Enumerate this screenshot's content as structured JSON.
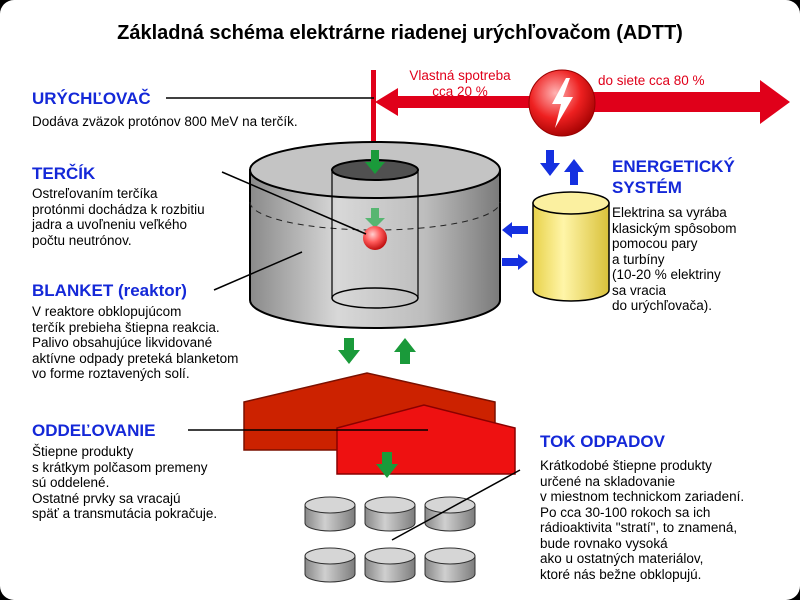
{
  "title": "Základná schéma elektrárne riadenej urýchľovačom (ADTT)",
  "sections": {
    "accelerator": {
      "heading": "URÝCHĽOVAČ",
      "text": "Dodáva zväzok protónov 800 MeV na terčík."
    },
    "target": {
      "heading": "TERČÍK",
      "text": "Ostreľovaním terčíka\nprotónmi dochádza k rozbitiu\njadra a uvoľneniu veľkého\npočtu neutrónov."
    },
    "blanket": {
      "heading": "BLANKET (reaktor)",
      "text": "V reaktore obklopujúcom\nterčík prebieha štiepna reakcia.\nPalivo obsahujúce likvidované\naktívne odpady preteká blanketom\nvo forme roztavených solí."
    },
    "energy": {
      "heading": "ENERGETICKÝ\nSYSTÉM",
      "text": "Elektrina sa vyrába\nklasickým spôsobom\npomocou pary\na turbíny\n(10-20 % elektriny\nsa vracia\ndo urýchľovača)."
    },
    "separation": {
      "heading": "ODDEĽOVANIE",
      "text": "Štiepne produkty\ns krátkym polčasom premeny\nsú oddelené.\nOstatné prvky sa vracajú\nspäť a transmutácia pokračuje."
    },
    "waste": {
      "heading": "TOK ODPADOV",
      "text": "Krátkodobé štiepne produkty\nurčené na skladovanie\nv miestnom technickom zariadení.\nPo cca 30-100 rokoch sa ich\nrádioaktivita \"stratí\", to znamená,\nbude rovnako vysoká\nako u ostatných materiálov,\nktoré nás bežne obklopujú."
    }
  },
  "flows": {
    "own_use": "Vlastná spotreba\ncca 20 %",
    "to_grid": "do siete cca 80 %"
  },
  "icons": [
    "lightning-icon"
  ],
  "colors": {
    "heading_blue": "#1428d8",
    "flow_red": "#e0001a",
    "arrow_green": "#1a9a3a",
    "arrow_blue": "#1530e0",
    "separator_red": "#cc2200",
    "waste_red": "#ee1111",
    "drum_yellow": "#f4e46a"
  }
}
